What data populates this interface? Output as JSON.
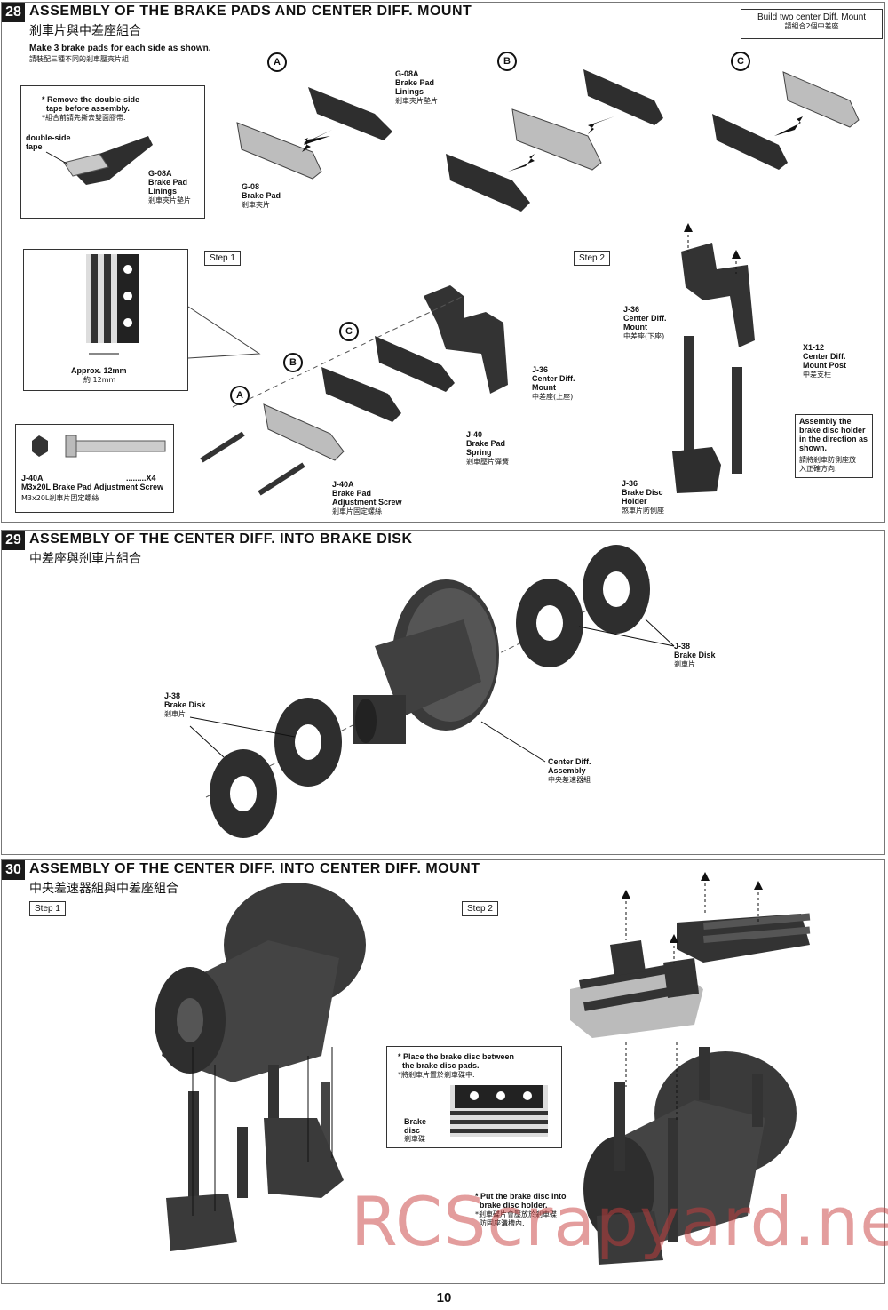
{
  "steps": [
    {
      "number": "28",
      "title": "ASSEMBLY OF THE BRAKE PADS  AND  CENTER  DIFF. MOUNT",
      "subtitle": "剎車片與中差座組合",
      "note_en": "Make 3 brake pads for each side as shown.",
      "note_zh": "請裝配三種不同的剎車壓夾片組",
      "top_right_en": "Build two center Diff. Mount",
      "top_right_zh": "請組合2個中差座",
      "variants": [
        "A",
        "B",
        "C"
      ],
      "inset_remove_en1": "* Remove the double-side",
      "inset_remove_en2": "tape before assembly.",
      "inset_remove_zh": "*組合前請先撕去雙面膠帶.",
      "inset_tape_1": "double-side",
      "inset_tape_2": "tape",
      "inset_part_code": "G-08A",
      "inset_part_1": "Brake Pad",
      "inset_part_2": "Linings",
      "inset_part_zh": "剎車夾片墊片",
      "a_top_code": "G-08A",
      "a_top_1": "Brake Pad",
      "a_top_2": "Linings",
      "a_top_zh": "剎車夾片墊片",
      "a_bot_code": "G-08",
      "a_bot_1": "Brake Pad",
      "a_bot_zh": "剎車夾片",
      "step1": "Step 1",
      "step2": "Step 2",
      "approx_en": "Approx. 12mm",
      "approx_zh": "約 12mm",
      "screw_code": "J-40A",
      "screw_qty": ".........X4",
      "screw_name": "M3x20L Brake Pad Adjustment Screw",
      "screw_zh": "M3x20L剎車片固定螺絲",
      "mount_code": "J-36",
      "mount_1": "Center Diff.",
      "mount_2": "Mount",
      "mount_zh": "中差座(上座)",
      "spring_code": "J-40",
      "spring_1": "Brake Pad",
      "spring_2": "Spring",
      "spring_zh": "剎車壓片彈簧",
      "adj_code": "J-40A",
      "adj_1": "Brake Pad",
      "adj_2": "Adjustment Screw",
      "adj_zh": "剎車片固定螺絲",
      "s2_mount_code": "J-36",
      "s2_mount_1": "Center Diff.",
      "s2_mount_2": "Mount",
      "s2_mount_zh": "中差座(下座)",
      "post_code": "X1-12",
      "post_1": "Center Diff.",
      "post_2": "Mount Post",
      "post_zh": "中差支柱",
      "holder_code": "J-36",
      "holder_1": "Brake Disc",
      "holder_2": "Holder",
      "holder_zh": "煞車片防側座",
      "holder_note_1": "Assembly the",
      "holder_note_2": "brake disc holder",
      "holder_note_3": "in the direction as",
      "holder_note_4": "shown.",
      "holder_note_zh1": "請將剎車防側座放",
      "holder_note_zh2": "入正確方向."
    },
    {
      "number": "29",
      "title": "ASSEMBLY OF THE CENTER DIFF. INTO BRAKE DISK",
      "subtitle": "中差座與剎車片組合",
      "disk_r_code": "J-38",
      "disk_r_1": "Brake Disk",
      "disk_r_zh": "剎車片",
      "disk_l_code": "J-38",
      "disk_l_1": "Brake Disk",
      "disk_l_zh": "剎車片",
      "diff_1": "Center Diff.",
      "diff_2": "Assembly",
      "diff_zh": "中央差速器組"
    },
    {
      "number": "30",
      "title": "ASSEMBLY OF THE CENTER DIFF. INTO CENTER DIFF. MOUNT",
      "subtitle": "中央差速器組與中差座組合",
      "step1": "Step 1",
      "step2": "Step 2",
      "place_en1": "* Place the brake disc between",
      "place_en2": "the brake disc pads.",
      "place_zh": "*將剎車片置於剎車碟中.",
      "disc_1": "Brake",
      "disc_2": "disc",
      "disc_zh": "剎車碟",
      "put_en1": "* Put the brake disc into",
      "put_en2": "brake disc holder.",
      "put_zh1": "*剎車碟片會壓放於剎車碟",
      "put_zh2": "防固座溝槽內."
    }
  ],
  "page_number": "10",
  "watermark": "RCScrapyard.net",
  "colors": {
    "part_dark": "#2e2e2e",
    "part_light": "#bdbdbd",
    "watermark": "#c83c3c"
  }
}
